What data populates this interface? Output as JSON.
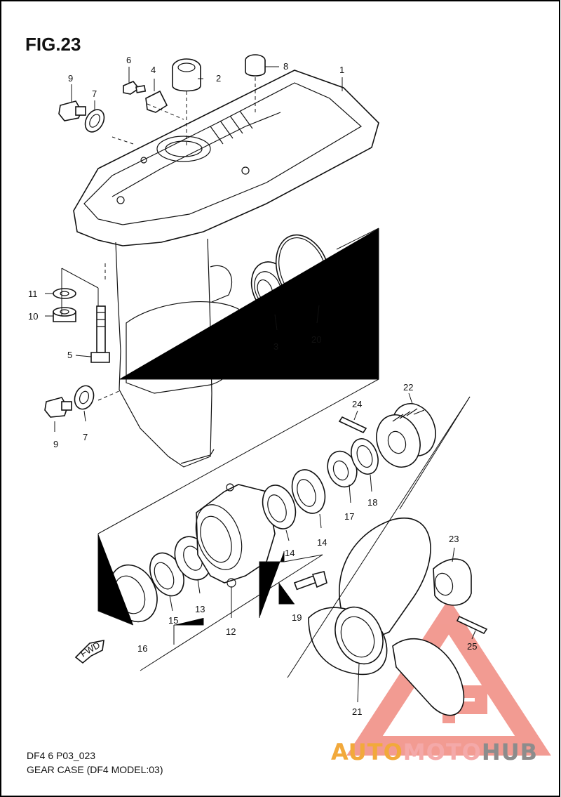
{
  "figure": {
    "title": "FIG.23",
    "code": "DF4 6 P03_023",
    "name": "GEAR CASE (DF4 MODEL:03)"
  },
  "arrow_label": "FWD",
  "watermark": {
    "part1": "AUTO",
    "part2": "MOTO",
    "part3": "HUB",
    "colors": {
      "red": "#f08a80",
      "orange": "#f2a93b",
      "gray": "#8c8c8c"
    }
  },
  "callouts": [
    {
      "id": "c1",
      "number": "1"
    },
    {
      "id": "c2",
      "number": "2"
    },
    {
      "id": "c3",
      "number": "3"
    },
    {
      "id": "c4",
      "number": "4"
    },
    {
      "id": "c5",
      "number": "5"
    },
    {
      "id": "c6",
      "number": "6"
    },
    {
      "id": "c7a",
      "number": "7"
    },
    {
      "id": "c7b",
      "number": "7"
    },
    {
      "id": "c8",
      "number": "8"
    },
    {
      "id": "c9a",
      "number": "9"
    },
    {
      "id": "c9b",
      "number": "9"
    },
    {
      "id": "c10",
      "number": "10"
    },
    {
      "id": "c11",
      "number": "11"
    },
    {
      "id": "c12",
      "number": "12"
    },
    {
      "id": "c13",
      "number": "13"
    },
    {
      "id": "c14a",
      "number": "14"
    },
    {
      "id": "c14b",
      "number": "14"
    },
    {
      "id": "c15",
      "number": "15"
    },
    {
      "id": "c16",
      "number": "16"
    },
    {
      "id": "c17",
      "number": "17"
    },
    {
      "id": "c18",
      "number": "18"
    },
    {
      "id": "c19",
      "number": "19"
    },
    {
      "id": "c20",
      "number": "20"
    },
    {
      "id": "c21",
      "number": "21"
    },
    {
      "id": "c22",
      "number": "22"
    },
    {
      "id": "c23",
      "number": "23"
    },
    {
      "id": "c24",
      "number": "24"
    },
    {
      "id": "c25",
      "number": "25"
    }
  ]
}
